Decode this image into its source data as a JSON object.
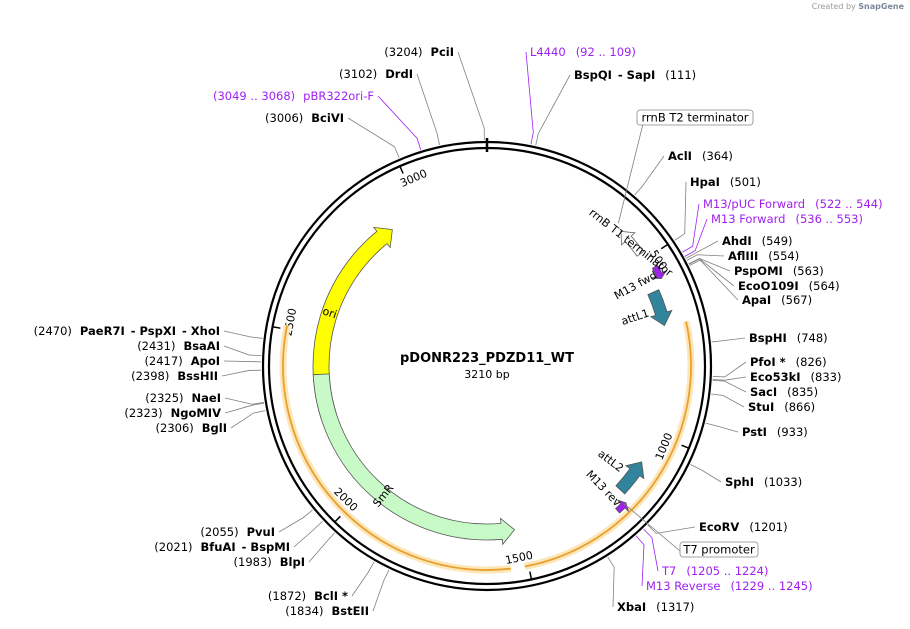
{
  "credit": {
    "prefix": "Created by",
    "brand": "SnapGene"
  },
  "plasmid": {
    "name": "pDONR223_PDZD11_WT",
    "length_label": "3210 bp",
    "length": 3210
  },
  "ticks": [
    {
      "pos": 500,
      "label": "500"
    },
    {
      "pos": 1000,
      "label": "1000"
    },
    {
      "pos": 1500,
      "label": "1500"
    },
    {
      "pos": 2000,
      "label": "2000"
    },
    {
      "pos": 2500,
      "label": "2500"
    },
    {
      "pos": 3000,
      "label": "3000"
    }
  ],
  "features": [
    {
      "id": "ori",
      "label": "ori",
      "start": 2250,
      "end": 2900,
      "strand": "+",
      "color": "#ffff00"
    },
    {
      "id": "smr",
      "label": "SmR",
      "start": 1520,
      "end": 2382,
      "strand": "-",
      "color": "#c8fac8"
    },
    {
      "id": "attl1",
      "label": "attL1",
      "start": 589,
      "end": 688,
      "strand": "+",
      "color": "#31849b"
    },
    {
      "id": "attl2",
      "label": "attL2",
      "start": 1086,
      "end": 1185,
      "strand": "-",
      "color": "#31849b"
    },
    {
      "id": "m13fwd",
      "label": "M13 fwd",
      "start": 530,
      "end": 565,
      "strand": "+",
      "color": "#a020f0"
    },
    {
      "id": "m13rev",
      "label": "M13 rev",
      "start": 1200,
      "end": 1230,
      "strand": "-",
      "color": "#a020f0"
    },
    {
      "id": "t1",
      "label": "rrnB T1 terminator",
      "start": 400,
      "end": 480,
      "strand": "-",
      "color": "#ffffff"
    }
  ],
  "orf_arcs": [
    {
      "start": 690,
      "end": 1510
    },
    {
      "start": 1545,
      "end": 2510
    }
  ],
  "enzymes_right": [
    {
      "name": "PciI",
      "site": "(3204)",
      "pos": 3204
    },
    {
      "name": "BspQI",
      "joined": "SapI",
      "site": "(111)",
      "pos": 111
    },
    {
      "name": "AclI",
      "site": "(364)",
      "pos": 364
    },
    {
      "name": "HpaI",
      "site": "(501)",
      "pos": 501
    },
    {
      "name": "AhdI",
      "site": "(549)",
      "pos": 549
    },
    {
      "name": "AflIII",
      "site": "(554)",
      "pos": 554
    },
    {
      "name": "PspOMI",
      "site": "(563)",
      "pos": 563
    },
    {
      "name": "EcoO109I",
      "site": "(564)",
      "pos": 564
    },
    {
      "name": "ApaI",
      "site": "(567)",
      "pos": 567
    },
    {
      "name": "BspHI",
      "site": "(748)",
      "pos": 748
    },
    {
      "name": "PfoI *",
      "site": "(826)",
      "pos": 826
    },
    {
      "name": "Eco53kI",
      "site": "(833)",
      "pos": 833
    },
    {
      "name": "SacI",
      "site": "(835)",
      "pos": 835
    },
    {
      "name": "StuI",
      "site": "(866)",
      "pos": 866
    },
    {
      "name": "PstI",
      "site": "(933)",
      "pos": 933
    },
    {
      "name": "SphI",
      "site": "(1033)",
      "pos": 1033
    },
    {
      "name": "EcoRV",
      "site": "(1201)",
      "pos": 1201
    },
    {
      "name": "XbaI",
      "site": "(1317)",
      "pos": 1317
    }
  ],
  "enzymes_left": [
    {
      "name": "DrdI",
      "site": "(3102)",
      "pos": 3102
    },
    {
      "name": "BciVI",
      "site": "(3006)",
      "pos": 3006
    },
    {
      "name": "PaeR7I",
      "joined": "PspXI",
      "joined2": "XhoI",
      "site": "(2470)",
      "pos": 2470
    },
    {
      "name": "BsaAI",
      "site": "(2431)",
      "pos": 2431
    },
    {
      "name": "ApoI",
      "site": "(2417)",
      "pos": 2417
    },
    {
      "name": "BssHII",
      "site": "(2398)",
      "pos": 2398
    },
    {
      "name": "NaeI",
      "site": "(2325)",
      "pos": 2325
    },
    {
      "name": "NgoMIV",
      "site": "(2323)",
      "pos": 2323
    },
    {
      "name": "BglI",
      "site": "(2306)",
      "pos": 2306
    },
    {
      "name": "PvuI",
      "site": "(2055)",
      "pos": 2055
    },
    {
      "name": "BfuAI",
      "joined": "BspMI",
      "site": "(2021)",
      "pos": 2021
    },
    {
      "name": "BlpI",
      "site": "(1983)",
      "pos": 1983
    },
    {
      "name": "BclI *",
      "site": "(1872)",
      "pos": 1872
    },
    {
      "name": "BstEII",
      "site": "(1834)",
      "pos": 1834
    }
  ],
  "primers": [
    {
      "name": "L4440",
      "range": "(92 .. 109)",
      "pos": 100
    },
    {
      "name": "pBR322ori-F",
      "range": "(3049 .. 3068)",
      "pos": 3058
    },
    {
      "name": "M13/pUC Forward",
      "range": "(522 .. 544)",
      "pos": 533
    },
    {
      "name": "M13 Forward",
      "range": "(536 .. 553)",
      "pos": 544
    },
    {
      "name": "T7",
      "range": "(1205 .. 1224)",
      "pos": 1214
    },
    {
      "name": "M13 Reverse",
      "range": "(1229 .. 1245)",
      "pos": 1237
    }
  ],
  "boxed_labels": [
    {
      "name": "rrnB T2 terminator",
      "pos": 380
    },
    {
      "name": "T7 promoter",
      "pos": 1205
    }
  ],
  "colors": {
    "primer": "#a020f0",
    "enzyme_line": "#808080",
    "backbone": "#000000",
    "orf": "#e8a030",
    "orf_glow": "#fde6b8"
  }
}
